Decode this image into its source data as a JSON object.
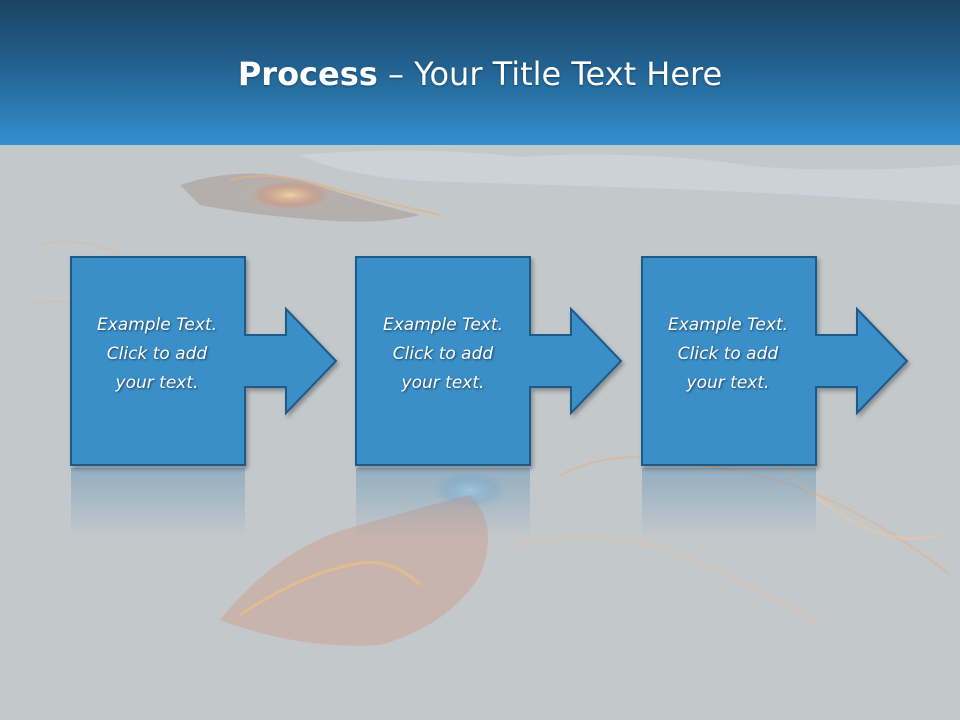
{
  "slide": {
    "title_bold": "Process",
    "title_rest": " – Your Title Text Here"
  },
  "steps": [
    {
      "line1": "Example Text.",
      "line2": "Click  to add",
      "line3": "your text."
    },
    {
      "line1": "Example Text.",
      "line2": "Click  to add",
      "line3": "your text."
    },
    {
      "line1": "Example Text.",
      "line2": "Click  to add",
      "line3": "your text."
    }
  ],
  "colors": {
    "header_top": "#1b4463",
    "header_bottom": "#3390cf",
    "shape_fill": "#3a8fc9",
    "shape_border": "#1e5a8a",
    "background": "#c3c8cb"
  }
}
